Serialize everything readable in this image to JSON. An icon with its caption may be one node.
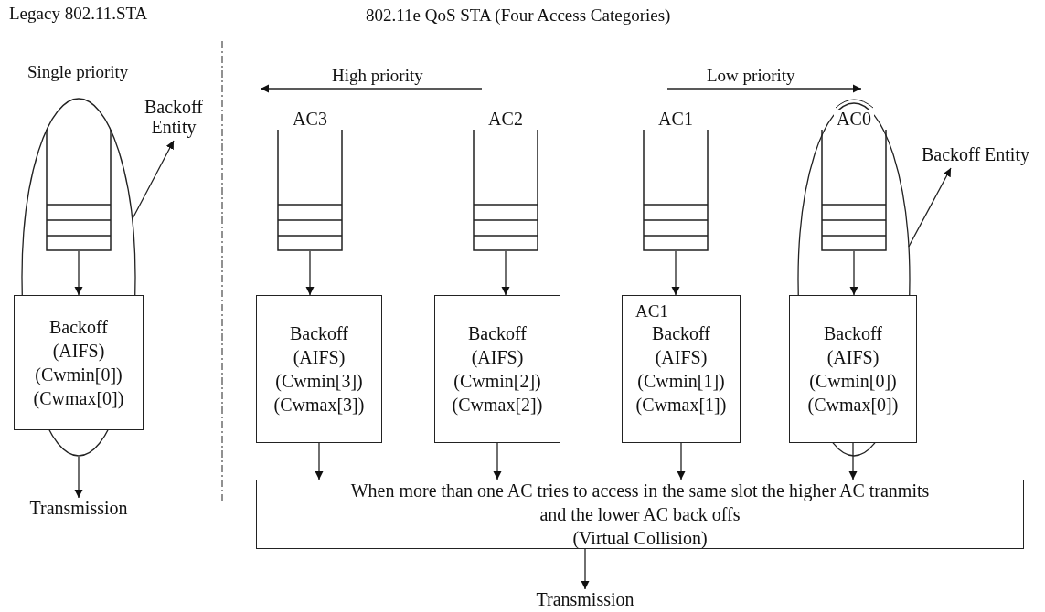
{
  "diagram": {
    "nodes": [
      {
        "text": [],
        "shape": "box",
        "in": 1
      },
      {
        "text": [],
        "shape": "ellipse"
      },
      {
        "text": [
          "Backoff Entity"
        ]
      },
      {
        "text": [
          "Backoff (AIFS) (Cwmin[0]) (Cwmax[0])"
        ]
      },
      {
        "text": [
          "Transmission"
        ]
      },
      {
        "text": [
          "AC3"
        ]
      },
      {
        "text": [
          "AC2"
        ]
      },
      {
        "text": [
          "AC1"
        ]
      },
      {
        "text": [
          "AC0"
        ],
        "in": 9
      },
      {
        "text": [],
        "shape": "ellipse"
      },
      {
        "text": [
          "Backoff Entity"
        ]
      },
      {
        "text": [
          "Backoff (AIFS) (Cwmin[3]) (Cwmax[3])"
        ]
      },
      {
        "text": [
          "Backoff (AIFS) (Cwmin[2]) (Cwmax[2])"
        ]
      },
      {
        "text": [
          "Backoff (AIFS) (Cwmin[1]) (Cwmax[1])"
        ]
      },
      {
        "text": [
          "Backoff (AIFS) (Cwmin[0]) (Cwmax[0])"
        ]
      },
      {
        "text": [
          "When more than one AC tries to access in the same slot the higher AC tranmits and the lower AC back offs",
          "(Virtual Collision)"
        ]
      },
      {
        "text": [
          "Transmission"
        ]
      }
    ],
    "edges": [
      {
        "from": 0,
        "to": 3,
        "arrow": "to"
      },
      {
        "from": 1,
        "to": 2,
        "arrow": "to"
      },
      {
        "from": 1,
        "to": 4,
        "arrow": "to"
      },
      {
        "from": 5,
        "to": 11,
        "arrow": "to"
      },
      {
        "from": 6,
        "to": 12,
        "arrow": "to"
      },
      {
        "from": 7,
        "to": 13,
        "arrow": "to"
      },
      {
        "from": 8,
        "to": 14,
        "arrow": "to"
      },
      {
        "from": 9,
        "to": 10,
        "arrow": "to"
      },
      {
        "from": 11,
        "to": 15,
        "arrow": "to"
      },
      {
        "from": 12,
        "to": 15,
        "arrow": "to"
      },
      {
        "from": 13,
        "to": 15,
        "arrow": "to"
      },
      {
        "from": 14,
        "to": 15,
        "arrow": "to"
      },
      {
        "from": 15,
        "to": 16,
        "arrow": "to"
      }
    ],
    "labels": [
      "Legacy 802.11.STA",
      "802.11e QoS STA (Four Access Categories)",
      "Single priority",
      "High priority",
      "Low priority",
      "AC1"
    ]
  }
}
